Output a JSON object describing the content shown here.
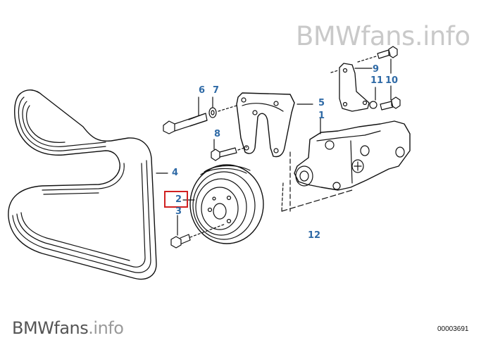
{
  "watermark": {
    "top": "BMWfans.info",
    "bottom_brand": "BMWfans",
    "bottom_suffix": ".info"
  },
  "diagram_id": "00003691",
  "highlighted_callout": "2",
  "highlight_color": "#d02020",
  "callout_color": "#2f6aa6",
  "callouts": [
    {
      "id": "1",
      "part": "power-steering-pump"
    },
    {
      "id": "2",
      "part": "pulley"
    },
    {
      "id": "3",
      "part": "pulley-bolt"
    },
    {
      "id": "4",
      "part": "drive-belt"
    },
    {
      "id": "5",
      "part": "mounting-bracket"
    },
    {
      "id": "6",
      "part": "long-bolt"
    },
    {
      "id": "7",
      "part": "washer"
    },
    {
      "id": "8",
      "part": "bracket-bolt"
    },
    {
      "id": "9",
      "part": "support-bracket"
    },
    {
      "id": "10",
      "part": "bracket-screws"
    },
    {
      "id": "11",
      "part": "bracket-washer"
    },
    {
      "id": "12",
      "part": "assembly-reference"
    }
  ]
}
